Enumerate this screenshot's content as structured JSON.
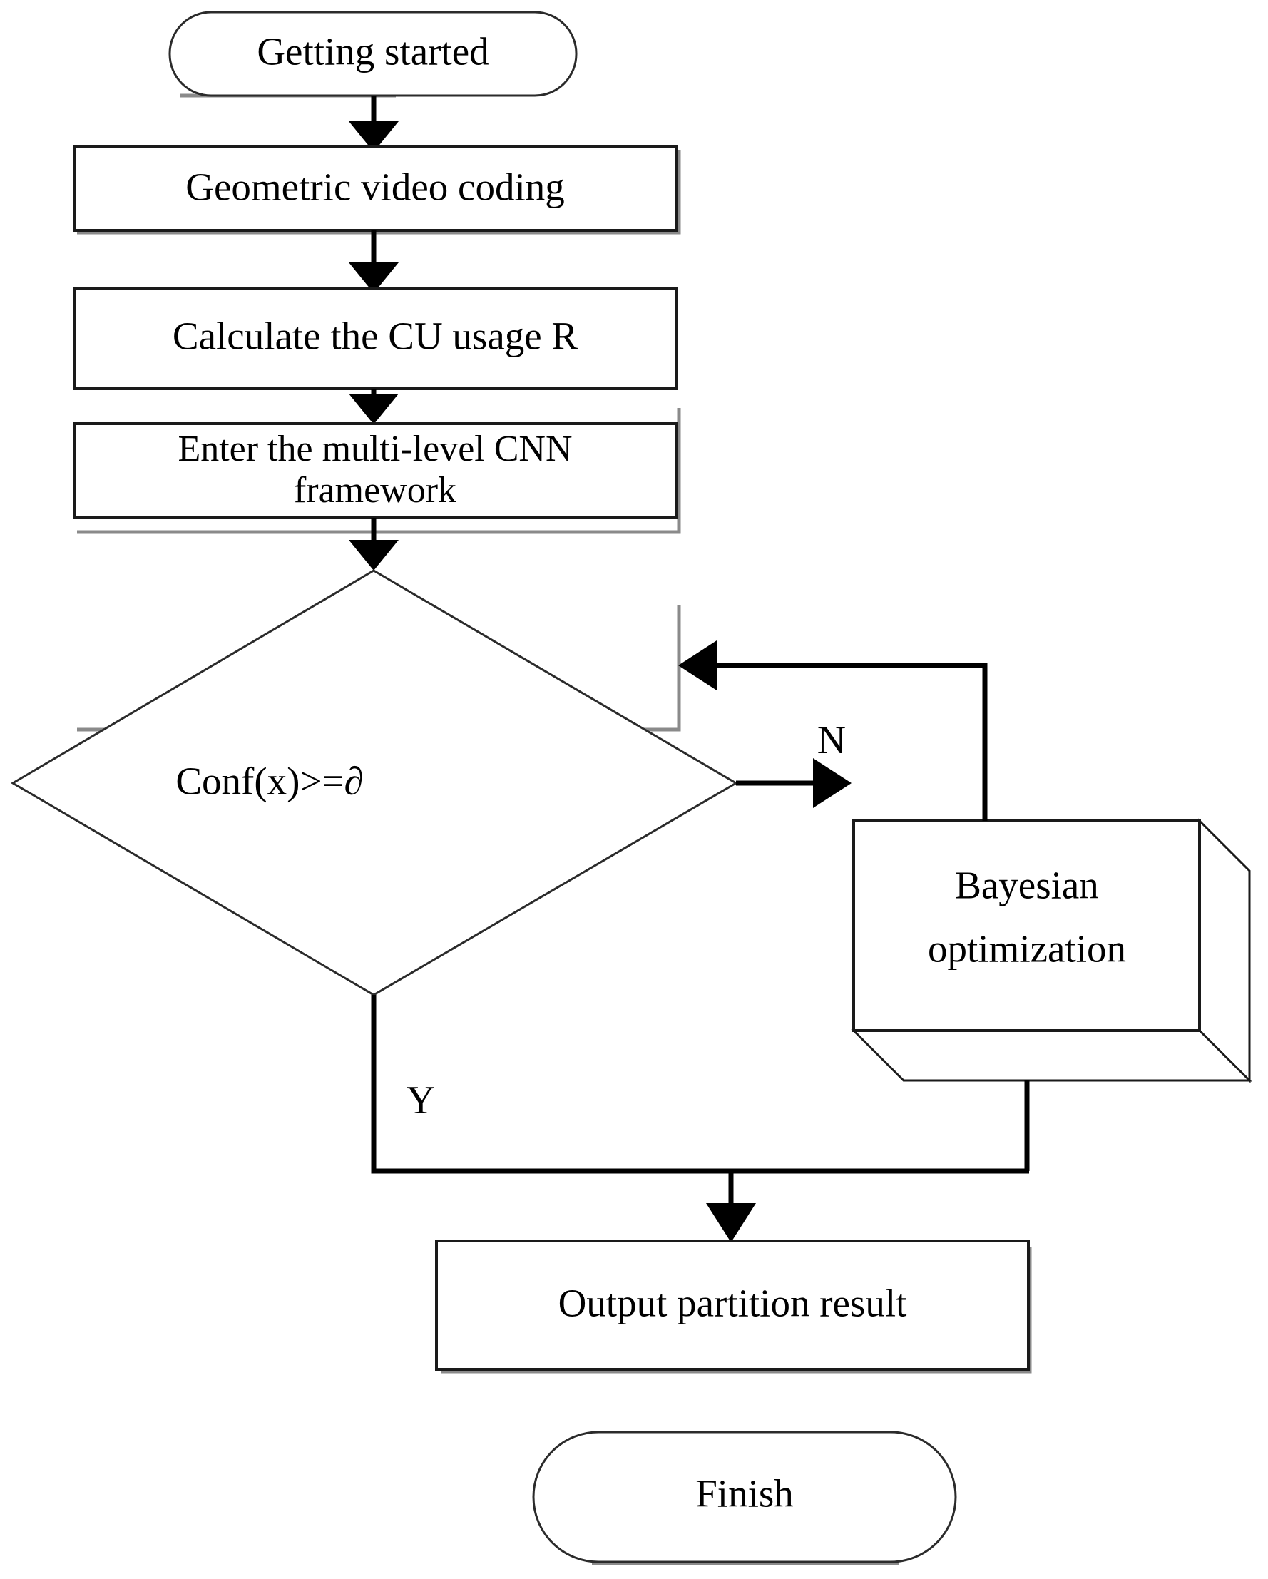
{
  "diagram": {
    "type": "flowchart",
    "title": "",
    "orientation": "top-to-bottom",
    "nodes": [
      {
        "id": "start",
        "shape": "stadium",
        "label": "Getting started"
      },
      {
        "id": "geometric-video-coding",
        "shape": "rectangle",
        "label": "Geometric video coding"
      },
      {
        "id": "calculate-cu-usage",
        "shape": "rectangle",
        "label": "Calculate the CU usage R"
      },
      {
        "id": "enter-cnn-framework",
        "shape": "rectangle",
        "label_line1": "Enter the multi-level CNN",
        "label_line2": "framework"
      },
      {
        "id": "confidence-decision",
        "shape": "diamond",
        "label": "Conf(x)>=∂"
      },
      {
        "id": "bayesian-optimization",
        "shape": "cube",
        "label_line1": "Bayesian",
        "label_line2": "optimization"
      },
      {
        "id": "output-partition-result",
        "shape": "rectangle",
        "label": "Output partition result"
      },
      {
        "id": "finish",
        "shape": "stadium",
        "label": "Finish"
      }
    ],
    "edge_labels": {
      "no_branch": "N",
      "yes_branch": "Y"
    },
    "colors": {
      "stroke": "#000000",
      "fill": "#ffffff",
      "shadow": "#8a8a8a",
      "text": "#000000"
    }
  }
}
